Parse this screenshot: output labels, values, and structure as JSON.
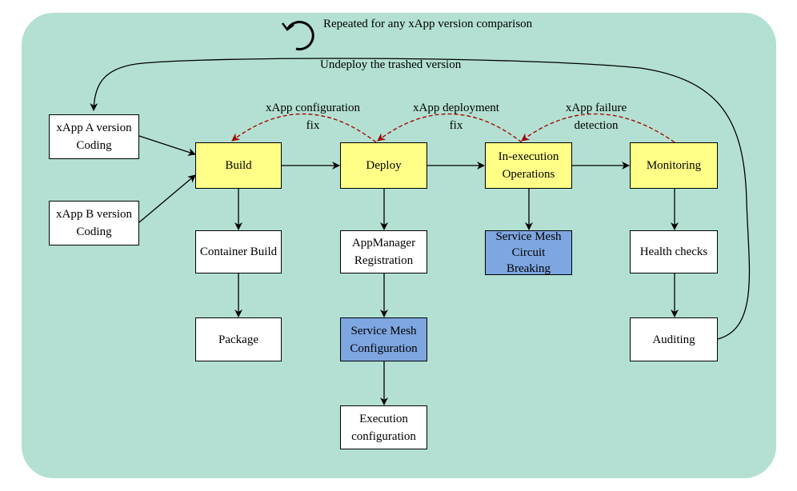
{
  "title": "Repeated for any xApp version comparison",
  "undeploy_label": "Undeploy the trashed version",
  "colors": {
    "panel": "#b3e0d2",
    "stage": "#ffff88",
    "service_mesh": "#7ea6e0",
    "feedback_arrow": "#a00000"
  },
  "nodes": {
    "coding_a": "xApp A version\nCoding",
    "coding_b": "xApp B version\nCoding",
    "build": "Build",
    "deploy": "Deploy",
    "in_exec": "In-execution\nOperations",
    "monitoring": "Monitoring",
    "container_build": "Container Build",
    "package": "Package",
    "appmanager": "AppManager\nRegistration",
    "sm_config": "Service Mesh\nConfiguration",
    "exec_config": "Execution\nconfiguration",
    "sm_circuit": "Service Mesh\nCircuit\nBreaking",
    "health": "Health checks",
    "auditing": "Auditing"
  },
  "feedback": {
    "config_fix": "xApp configuration\nfix",
    "deploy_fix": "xApp deployment\nfix",
    "failure": "xApp failure\ndetection"
  }
}
